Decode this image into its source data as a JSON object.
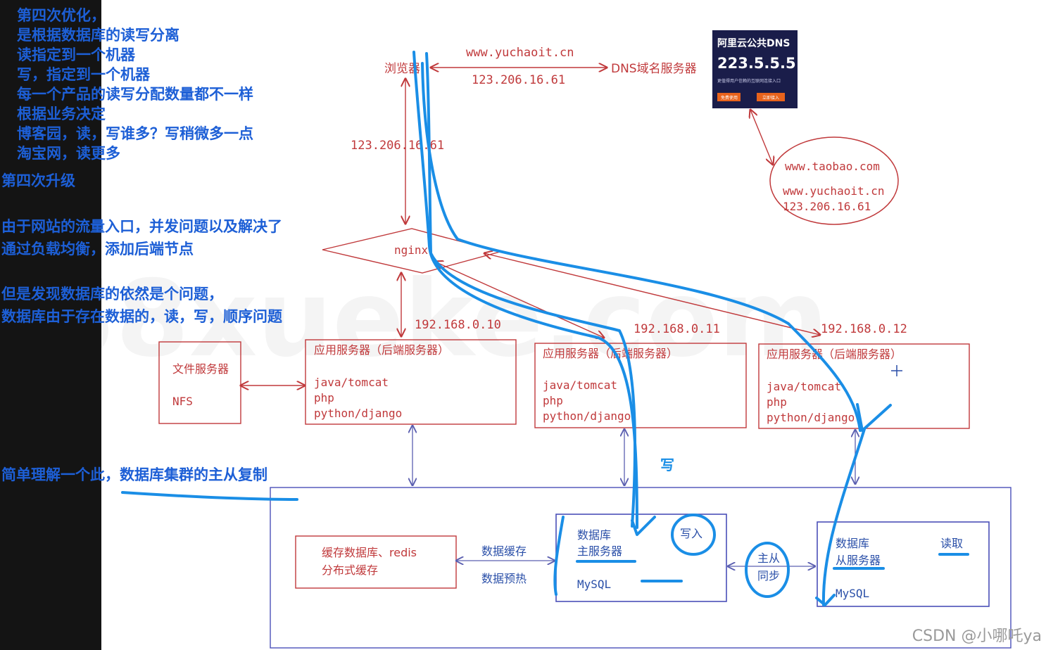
{
  "notes_top": [
    "第四次优化，",
    "是根据数据库的读写分离",
    "读指定到一个机器",
    "写，指定到一个机器",
    "每一个产品的读写分配数量都不一样",
    "根据业务决定",
    "博客园，读，写谁多？写稍微多一点",
    "淘宝网，读更多"
  ],
  "notes_upgrade": "第四次升级",
  "notes_mid": [
    "由于网站的流量入口，并发问题以及解决了",
    "通过负载均衡，添加后端节点"
  ],
  "notes_db": [
    "但是发现数据库的依然是个问题，",
    "数据库由于存在数据的，读，写，顺序问题"
  ],
  "notes_bottom": "简单理解一个此，数据库集群的主从复制",
  "browser": "浏览器",
  "domain_top": "www.yuchaoit.cn",
  "ip_top": "123.206.16.61",
  "dns_server": "DNS域名服务器",
  "dns_card": {
    "title": "阿里云公共DNS",
    "ip": "223.5.5.5",
    "sub": "更值得用户信赖的互联网连接入口",
    "btn1": "免费使用",
    "btn2": "立即接入"
  },
  "dns_circle": [
    "www.taobao.com",
    "www.yuchaoit.cn",
    "123.206.16.61"
  ],
  "ip_vertical": "123.206.16.61",
  "nginx": "nginx",
  "ips": [
    "192.168.0.10",
    "192.168.0.11",
    "192.168.0.12"
  ],
  "file_server": {
    "title": "文件服务器",
    "sub": "NFS"
  },
  "app_server_title": "应用服务器（后端服务器）",
  "app_server_lines": [
    "java/tomcat",
    "php",
    "python/django"
  ],
  "write_label": "写",
  "cache_box": [
    "缓存数据库、redis",
    "分布式缓存"
  ],
  "cache_arrows": [
    "数据缓存",
    "数据预热"
  ],
  "db_master": {
    "title": "数据库",
    "sub": "主服务器",
    "engine": "MySQL",
    "tag": "写入"
  },
  "sync": [
    "主从",
    "同步"
  ],
  "db_slave": {
    "title": "数据库",
    "sub": "从服务器",
    "engine": "MySQL",
    "tag": "读取"
  },
  "watermark_bg": "58xueke.com",
  "watermark": "CSDN @小哪吒ya",
  "colors": {
    "red": "#c0393b",
    "blue": "#1a8ee6",
    "note_blue": "#1d5fd6",
    "dark_blue": "#2a4fa8"
  }
}
